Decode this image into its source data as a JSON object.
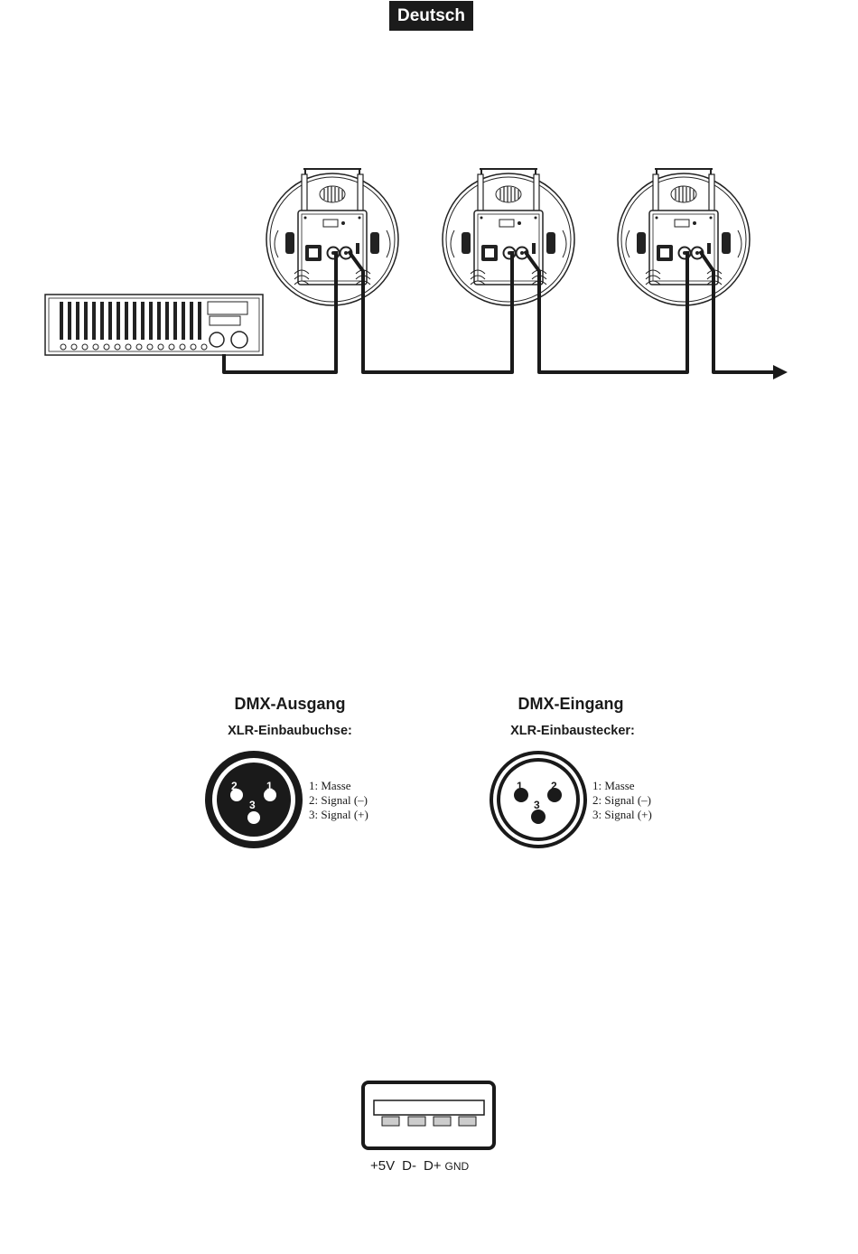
{
  "header": {
    "language": "Deutsch"
  },
  "connectors": [
    {
      "title": "DMX-Ausgang",
      "subtitle": "XLR-Einbaubuchse:",
      "pin_numbers": [
        "2",
        "1",
        "3"
      ],
      "pins": [
        "1: Masse",
        "2: Signal (–)",
        "3: Signal (+)"
      ]
    },
    {
      "title": "DMX-Eingang",
      "subtitle": "XLR-Einbaustecker:",
      "pin_numbers": [
        "1",
        "2",
        "3"
      ],
      "pins": [
        "1: Masse",
        "2: Signal (–)",
        "3: Signal (+)"
      ]
    }
  ],
  "usb": {
    "pins": [
      "+5V",
      "D-",
      "D+",
      "GND"
    ]
  }
}
